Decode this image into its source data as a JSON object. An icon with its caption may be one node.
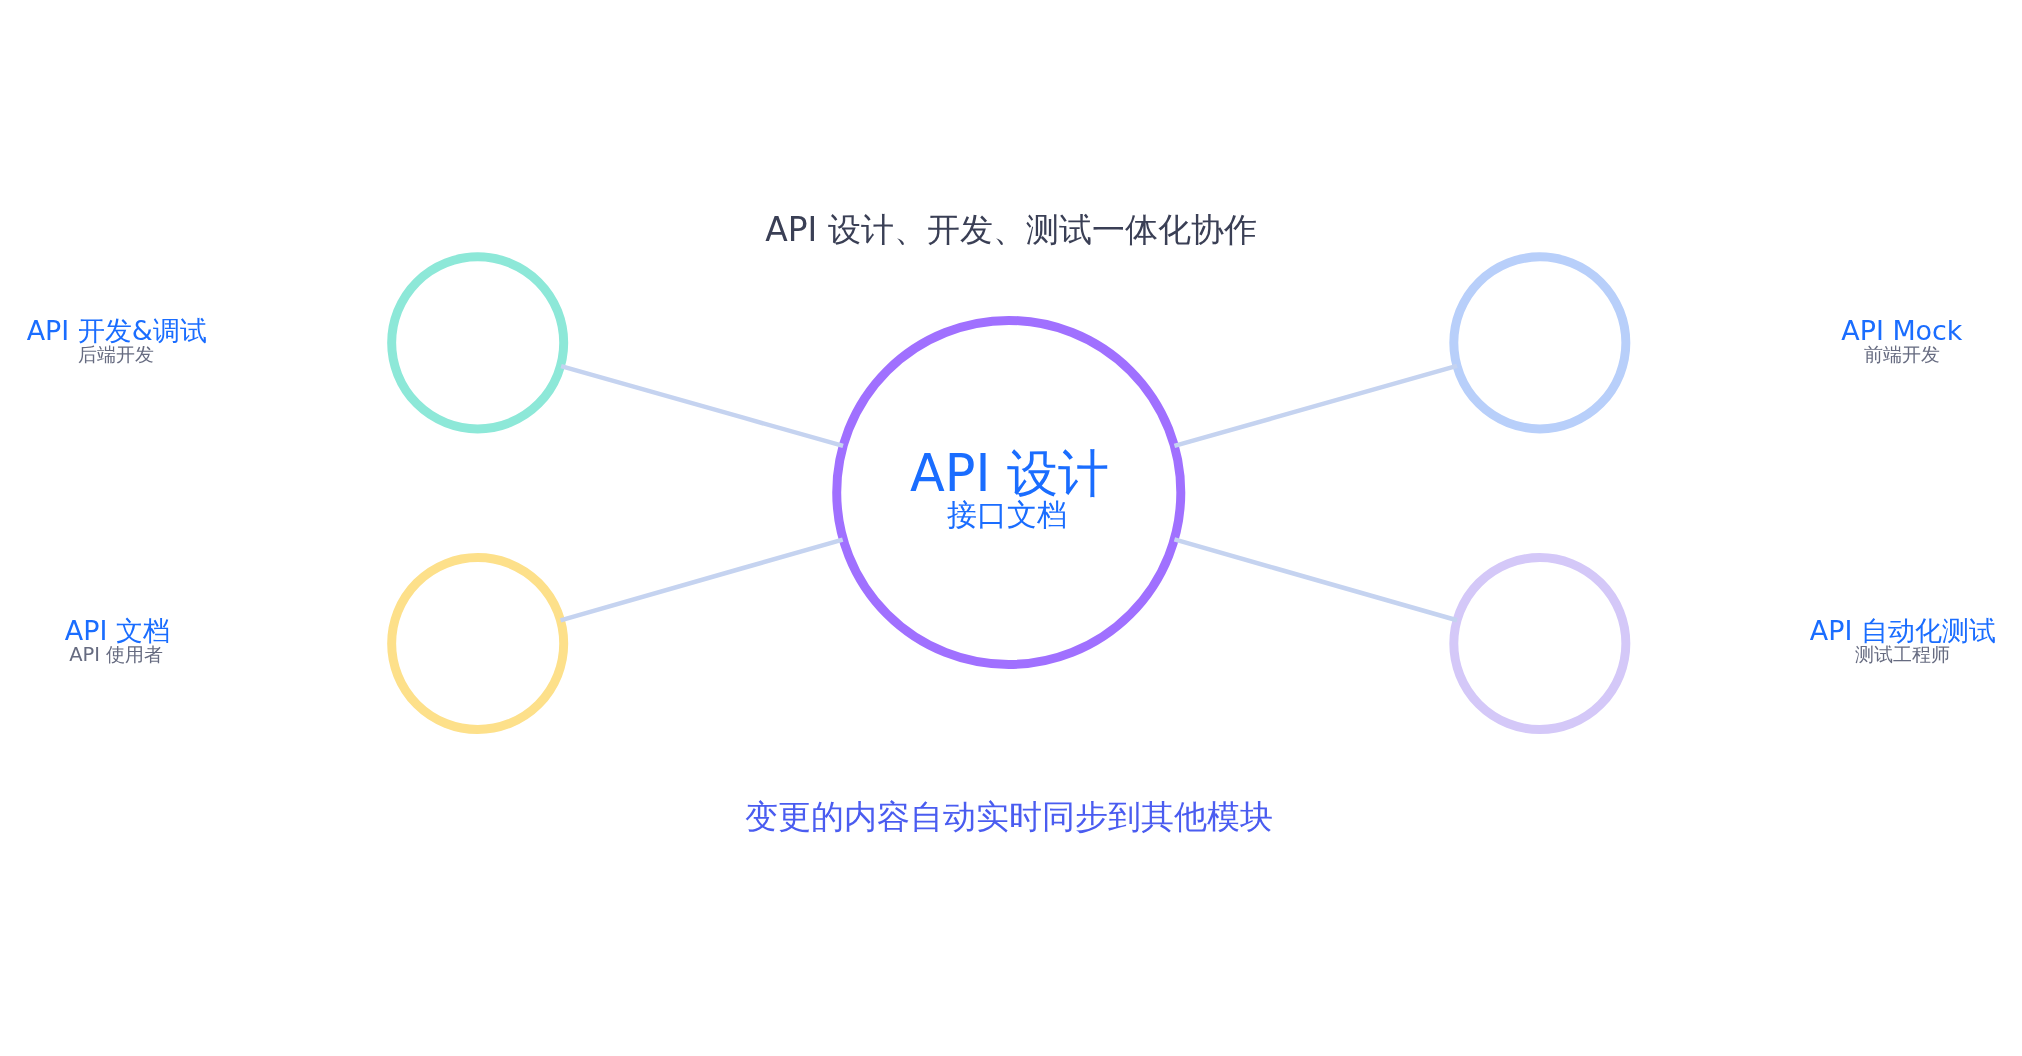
{
  "diagram": {
    "title": "API 设计、开发、测试一体化协作",
    "caption": "变更的内容自动实时同步到其他模块",
    "nodes": [
      {
        "text": [],
        "shape": "circle",
        "beside": [
          "API 开发&调试",
          "后端开发"
        ]
      },
      {
        "text": [],
        "shape": "circle",
        "beside": [
          "API Mock",
          "前端开发"
        ]
      },
      {
        "text": [
          "API 设计",
          "接口文档"
        ]
      },
      {
        "text": [],
        "shape": "circle",
        "beside": [
          "API 文档",
          "API 使用者"
        ]
      },
      {
        "text": [],
        "shape": "circle",
        "beside": [
          "API 自动化测试",
          "测试工程师"
        ]
      }
    ],
    "edges": [
      {
        "from": 0,
        "to": 2,
        "arrow": "none"
      },
      {
        "from": 2,
        "to": 1,
        "arrow": "none"
      },
      {
        "from": 3,
        "to": 2,
        "arrow": "none"
      },
      {
        "from": 2,
        "to": 4,
        "arrow": "none"
      }
    ]
  }
}
